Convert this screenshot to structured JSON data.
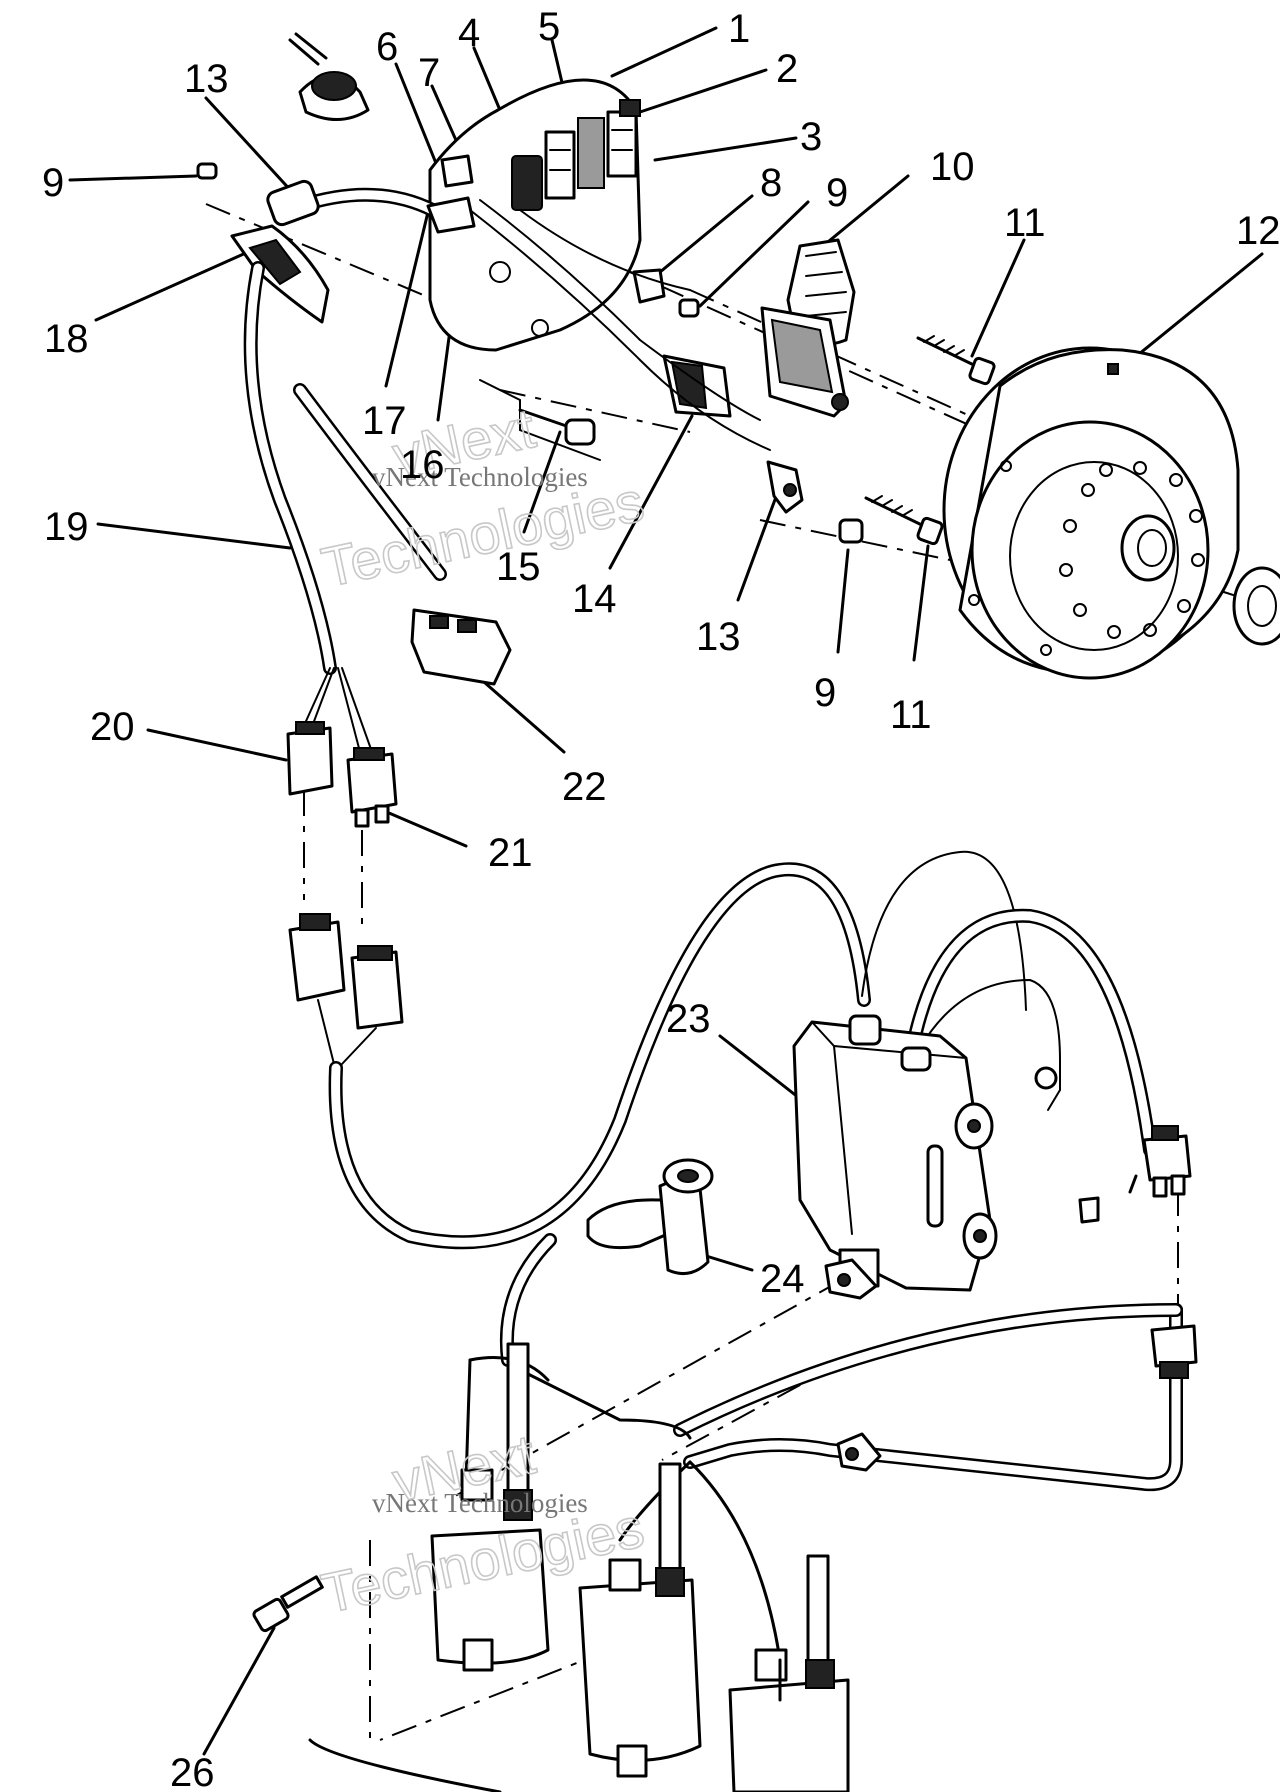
{
  "diagram": {
    "part_labels": [
      {
        "id": "p1",
        "text": "1"
      },
      {
        "id": "p2",
        "text": "2"
      },
      {
        "id": "p3",
        "text": "3"
      },
      {
        "id": "p4",
        "text": "4"
      },
      {
        "id": "p5",
        "text": "5"
      },
      {
        "id": "p6",
        "text": "6"
      },
      {
        "id": "p7",
        "text": "7"
      },
      {
        "id": "p8",
        "text": "8"
      },
      {
        "id": "p9a",
        "text": "9"
      },
      {
        "id": "p9b",
        "text": "9"
      },
      {
        "id": "p9c",
        "text": "9"
      },
      {
        "id": "p10",
        "text": "10"
      },
      {
        "id": "p11a",
        "text": "11"
      },
      {
        "id": "p11b",
        "text": "11"
      },
      {
        "id": "p12",
        "text": "12"
      },
      {
        "id": "p13a",
        "text": "13"
      },
      {
        "id": "p13b",
        "text": "13"
      },
      {
        "id": "p14",
        "text": "14"
      },
      {
        "id": "p15",
        "text": "15"
      },
      {
        "id": "p16",
        "text": "16"
      },
      {
        "id": "p17",
        "text": "17"
      },
      {
        "id": "p18",
        "text": "18"
      },
      {
        "id": "p19",
        "text": "19"
      },
      {
        "id": "p20",
        "text": "20"
      },
      {
        "id": "p21",
        "text": "21"
      },
      {
        "id": "p22",
        "text": "22"
      },
      {
        "id": "p23",
        "text": "23"
      },
      {
        "id": "p24",
        "text": "24"
      },
      {
        "id": "p26",
        "text": "26"
      }
    ],
    "watermarks": [
      {
        "id": "wm-top",
        "small": "vNext Technologies",
        "large": "Technologies",
        "corner": "vNext"
      },
      {
        "id": "wm-bottom",
        "small": "vNext Technologies",
        "large": "Technologies",
        "corner": "vNext"
      }
    ]
  }
}
